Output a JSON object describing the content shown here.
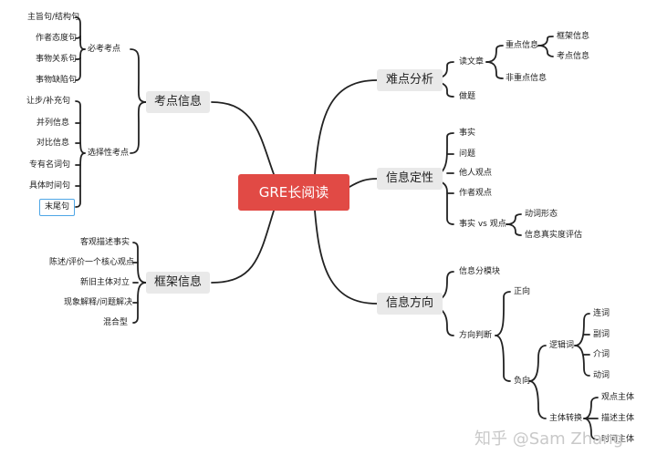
{
  "root": "GRE长阅读",
  "left": {
    "kaodian": {
      "label": "考点信息",
      "bikao": {
        "label": "必考考点",
        "items": [
          "主旨句/结构句",
          "作者态度句",
          "事物关系句",
          "事物缺陷句"
        ]
      },
      "xuanze": {
        "label": "选择性考点",
        "items": [
          "让步/补充句",
          "并列信息",
          "对比信息",
          "专有名词句",
          "具体时间句",
          "末尾句"
        ]
      }
    },
    "kuangjia": {
      "label": "框架信息",
      "items": [
        "客观描述事实",
        "陈述/评价一个核心观点",
        "新旧主体对立",
        "现象解释/问题解决",
        "混合型"
      ]
    }
  },
  "right": {
    "nandian": {
      "label": "难点分析",
      "duwenzhang": "读文章",
      "zhongdian": "重点信息",
      "zhongdian_items": [
        "框架信息",
        "考点信息"
      ],
      "feizhongdian": "非重点信息",
      "zuoti": "做题"
    },
    "dingxing": {
      "label": "信息定性",
      "items": [
        "事实",
        "问题",
        "他人观点",
        "作者观点"
      ],
      "vs": "事实 vs 观点",
      "vs_items": [
        "动词形态",
        "信息真实度评估"
      ]
    },
    "fangxiang": {
      "label": "信息方向",
      "fenmokuai": "信息分模块",
      "panduan": "方向判断",
      "zheng": "正向",
      "fu": "负向",
      "luoji": "逻辑词",
      "luoji_items": [
        "连词",
        "副词",
        "介词",
        "动词"
      ],
      "zhuti": "主体转换",
      "zhuti_items": [
        "观点主体",
        "描述主体",
        "时间主体"
      ]
    }
  },
  "watermark": "知乎 @Sam Zhang",
  "colors": {
    "root": "#e14a45",
    "main": "#e9e9e9",
    "line": "#222222",
    "highlight": "#4ea6e6"
  }
}
